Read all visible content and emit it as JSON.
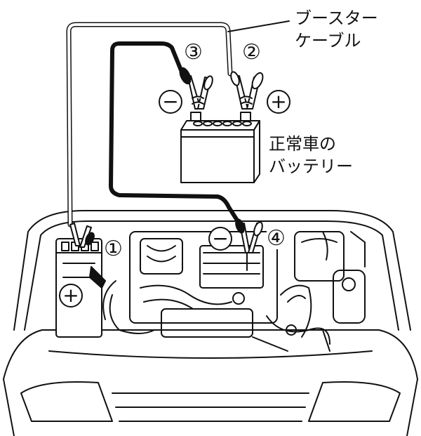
{
  "labels": {
    "booster_cable_line1": "ブースター",
    "booster_cable_line2": "ケーブル",
    "normal_car_battery_line1": "正常車の",
    "normal_car_battery_line2": "バッテリー"
  },
  "steps": {
    "step1": "①",
    "step2": "②",
    "step3": "③",
    "step4": "④"
  },
  "polarity": {
    "negative": "−",
    "positive": "+"
  }
}
